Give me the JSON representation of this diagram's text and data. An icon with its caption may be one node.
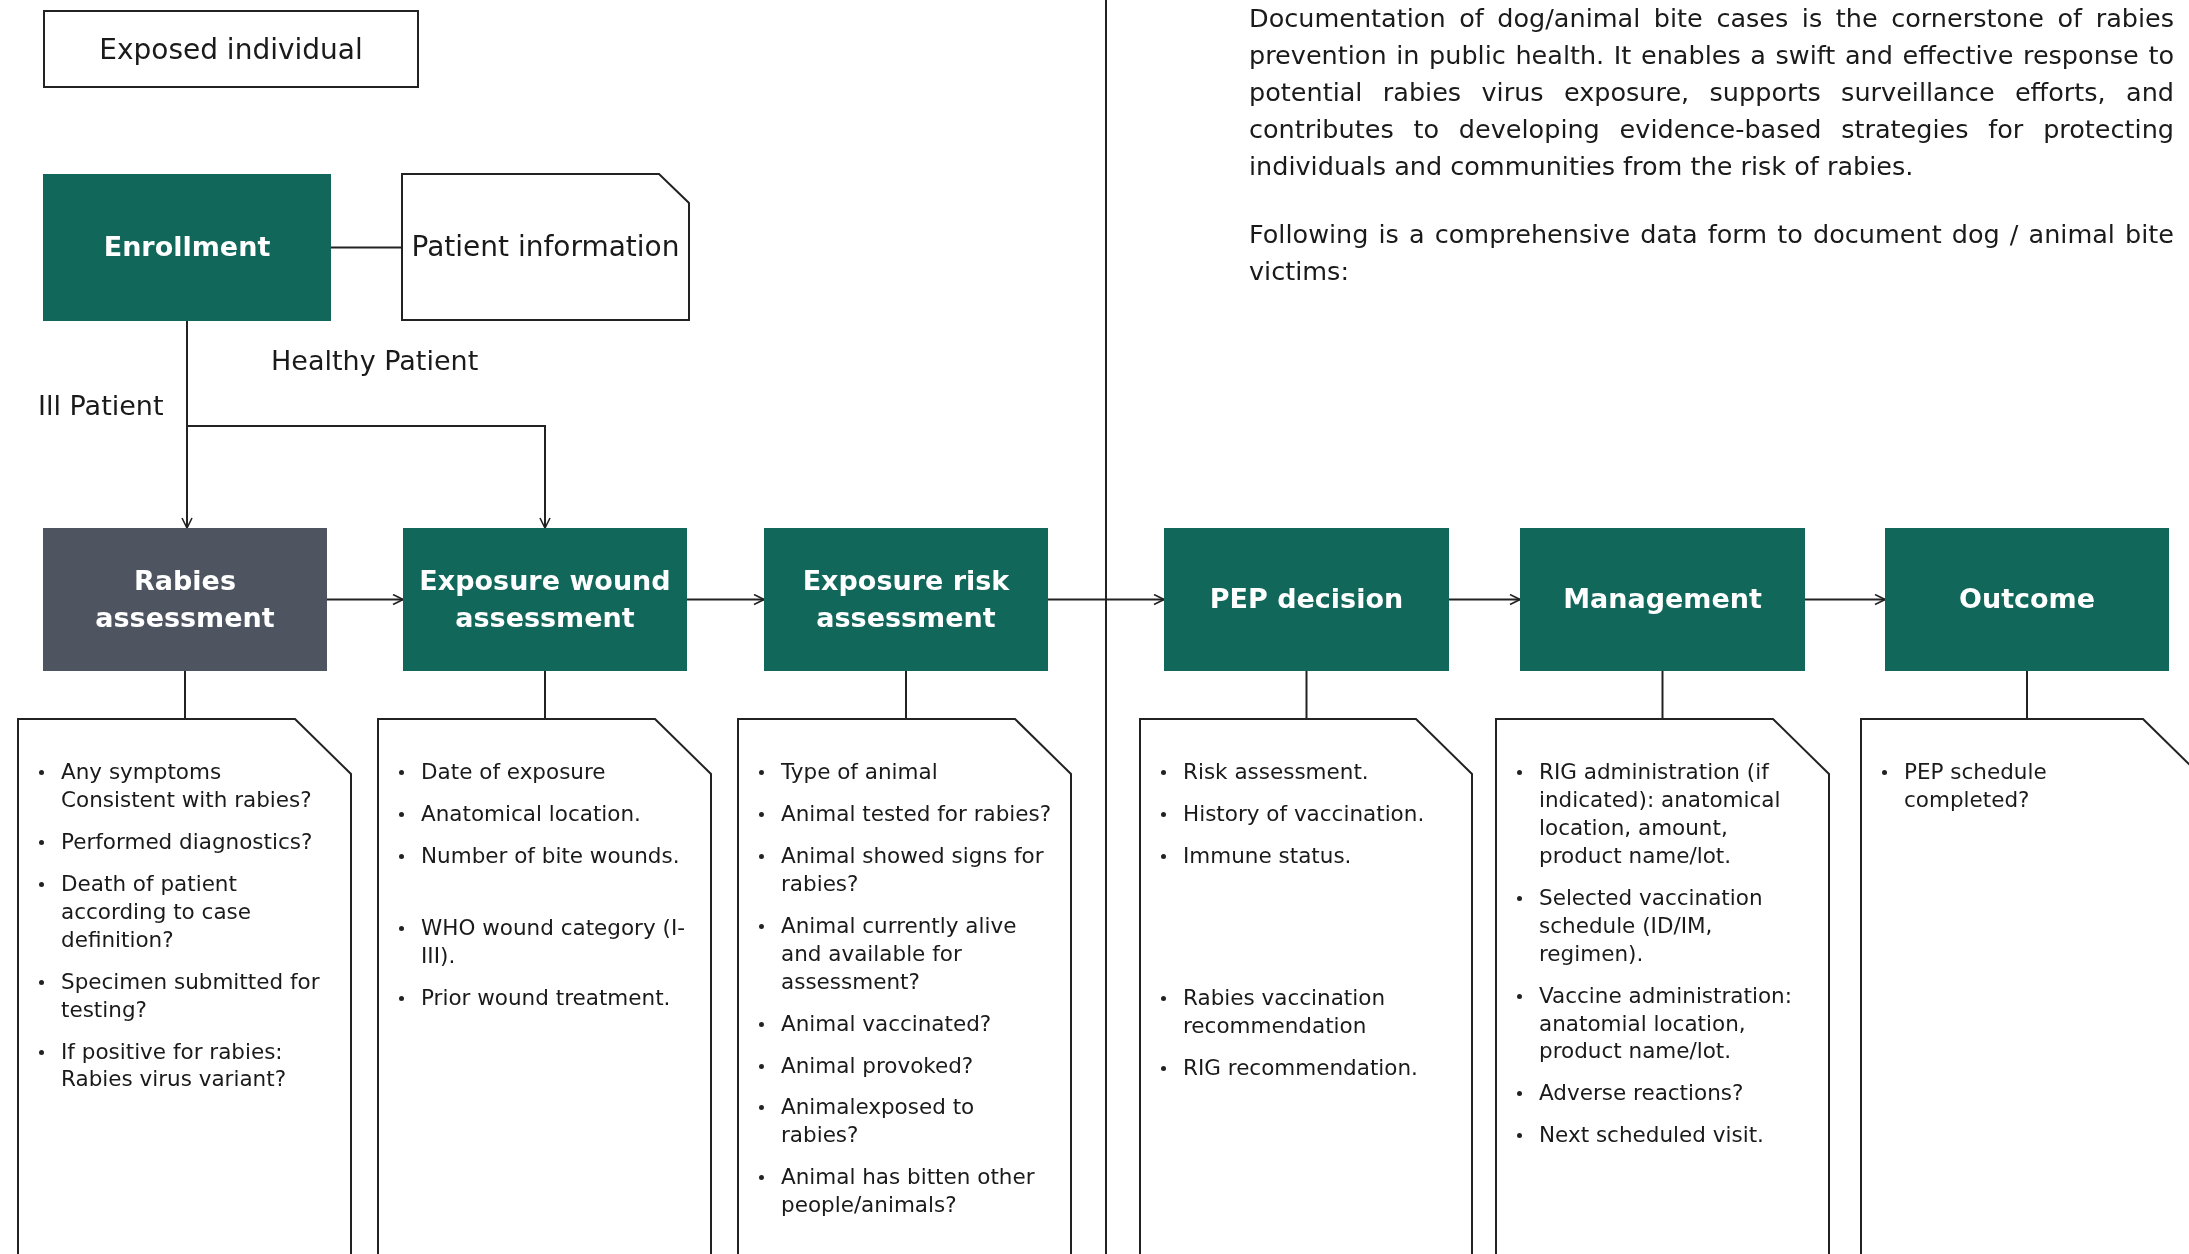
{
  "diagram": {
    "nodes": [
      {
        "text": [
          "Exposed individual"
        ]
      },
      {
        "text": [
          "Enrollment"
        ]
      },
      {
        "text": [
          "Patient information"
        ]
      },
      {
        "text": [
          "Rabies assessment"
        ]
      },
      {
        "text": [
          "Exposure wound assessment"
        ]
      },
      {
        "text": [
          "Exposure risk assessment"
        ]
      },
      {
        "text": [
          "PEP decision"
        ]
      },
      {
        "text": [
          "Management"
        ]
      },
      {
        "text": [
          "Outcome"
        ]
      },
      {
        "text": [
          "Any symptoms Consistent with rabies?",
          "Performed diagnostics?",
          "Death of patient according to case definition?",
          "Specimen submitted for testing?",
          "If positive for rabies: Rabies virus variant?"
        ]
      },
      {
        "text": [
          "Date of exposure",
          "Anatomical location.",
          "Number of bite wounds.",
          "WHO wound category (I-III).",
          "Prior wound treatment."
        ]
      },
      {
        "text": [
          "Type of animal",
          "Animal tested for rabies?",
          "Animal showed signs for rabies?",
          "Animal currently alive and available for assessment?",
          "Animal vaccinated?",
          "Animal provoked?",
          "Animalexposed to rabies?",
          "Animal has bitten other people/animals?"
        ]
      },
      {
        "text": [
          "Risk assessment.",
          "History of vaccination.",
          "Immune status.",
          "Rabies vaccination recommendation",
          "RIG recommendation."
        ]
      },
      {
        "text": [
          "RIG administration (if indicated): anatomical location, amount, product name/lot.",
          "Selected vaccination schedule (ID/IM, regimen).",
          "Vaccine administration: anatomial location, product name/lot.",
          "Adverse reactions?",
          "Next scheduled visit."
        ]
      },
      {
        "text": [
          "PEP schedule completed?"
        ]
      }
    ],
    "edges": [
      {
        "from": 1,
        "to": 2,
        "arrow": "none"
      },
      {
        "from": 1,
        "to": 3,
        "arrow": "to",
        "label": "Ill Patient"
      },
      {
        "from": 1,
        "to": 4,
        "arrow": "to",
        "label": "Healthy Patient"
      },
      {
        "from": 3,
        "to": 4,
        "arrow": "to"
      },
      {
        "from": 4,
        "to": 5,
        "arrow": "to"
      },
      {
        "from": 5,
        "to": 6,
        "arrow": "to"
      },
      {
        "from": 6,
        "to": 7,
        "arrow": "to"
      },
      {
        "from": 7,
        "to": 8,
        "arrow": "to"
      },
      {
        "from": 3,
        "to": 9,
        "arrow": "none"
      },
      {
        "from": 4,
        "to": 10,
        "arrow": "none"
      },
      {
        "from": 5,
        "to": 11,
        "arrow": "none"
      },
      {
        "from": 6,
        "to": 12,
        "arrow": "none"
      },
      {
        "from": 7,
        "to": 13,
        "arrow": "none"
      },
      {
        "from": 8,
        "to": 14,
        "arrow": "none"
      }
    ],
    "labels": [
      "Documentation of dog/animal bite cases is the cornerstone of rabies prevention in public health. It enables a swift and effective response to potential rabies virus exposure, supports surveillance efforts, and contributes to developing evidence-based strategies for protecting individuals and communities from the risk of rabies.",
      "Following is a comprehensive data form to document dog / animal bite victims:"
    ]
  }
}
